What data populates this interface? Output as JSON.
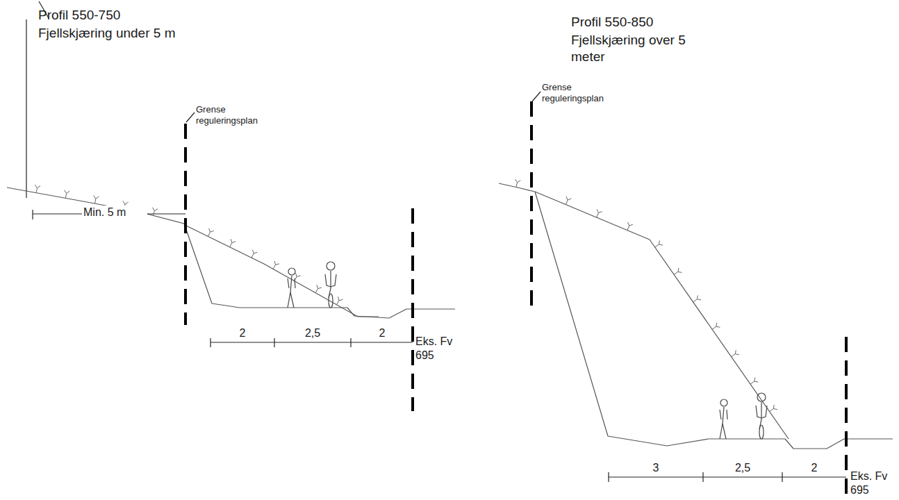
{
  "diagram": {
    "labels": [
      "Profil 550-750",
      "Fjellskjæring under 5 m",
      "Grense reguleringsplan",
      "Min. 5 m",
      "2",
      "2,5",
      "2",
      "Eks. Fv 695",
      "Profil 550-850",
      "Fjellskjæring over 5 meter",
      "Grense reguleringsplan",
      "3",
      "2,5",
      "2",
      "Eks. Fv 695"
    ]
  }
}
